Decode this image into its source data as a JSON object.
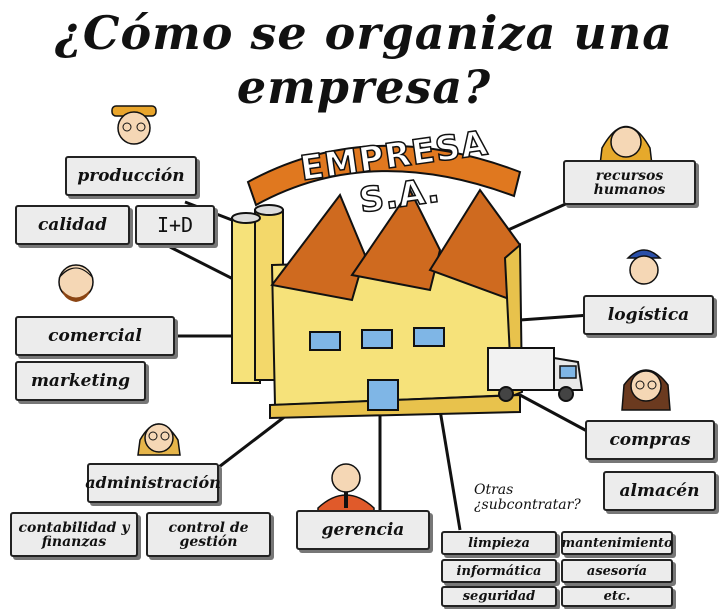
{
  "title": "¿Cómo se organiza una empresa?",
  "company_banner": "EMPRESA S.A.",
  "departments": {
    "produccion": "producción",
    "calidad": "calidad",
    "id": "I+D",
    "comercial": "comercial",
    "marketing": "marketing",
    "administracion": "administración",
    "contabilidad": "contabilidad y finanzas",
    "control_gestion": "control de gestión",
    "gerencia": "gerencia",
    "recursos_humanos": "recursos humanos",
    "logistica": "logística",
    "compras": "compras",
    "almacen": "almacén"
  },
  "subcontract": {
    "question": "Otras ¿subcontratar?",
    "items": [
      "limpieza",
      "mantenimiento",
      "informática",
      "asesoría",
      "seguridad",
      "etc."
    ]
  },
  "colors": {
    "roof": "#cf6a1f",
    "walls": "#f6e27a",
    "window": "#7fb6e6",
    "banner": "#e0781f",
    "box": "#ececec"
  }
}
